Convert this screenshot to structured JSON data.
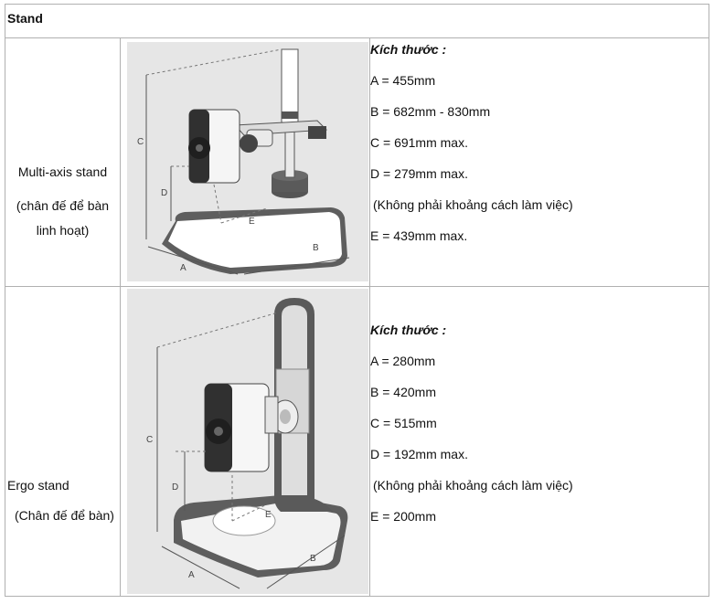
{
  "header": {
    "label": "Stand"
  },
  "rows": [
    {
      "name": "Multi-axis stand",
      "sub1": "(chân đế để bàn",
      "sub2": "linh hoạt)",
      "dims_title": "Kích thước :",
      "dims": [
        "A =  455mm",
        "B = 682mm - 830mm",
        "C = 691mm max.",
        "D = 279mm max.",
        " (Không phải khoảng cách làm việc)",
        "E = 439mm max."
      ],
      "letters": {
        "a": "A",
        "b": "B",
        "c": "C",
        "d": "D",
        "e": "E"
      }
    },
    {
      "name": "Ergo stand",
      "sub1": "(Chân đế để bàn)",
      "dims_title": "Kích thước :",
      "dims": [
        "A = 280mm",
        "B = 420mm",
        "C = 515mm",
        "D = 192mm max.",
        " (Không phải khoảng cách làm việc)",
        "E = 200mm"
      ],
      "letters": {
        "a": "A",
        "b": "B",
        "c": "C",
        "d": "D",
        "e": "E"
      }
    }
  ]
}
